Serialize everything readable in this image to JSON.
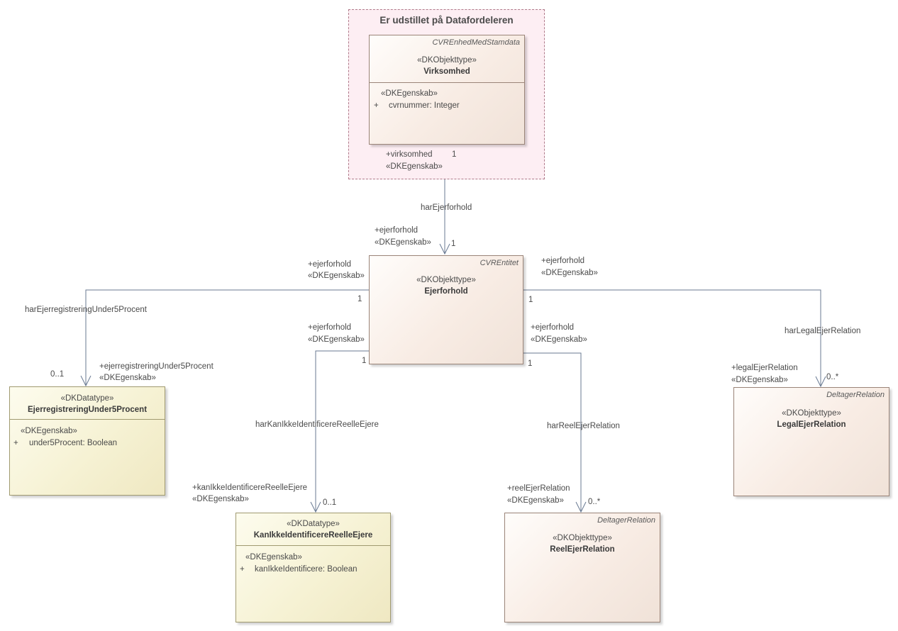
{
  "package": {
    "title": "Er udstillet på Datafordeleren"
  },
  "classes": {
    "virksomhed": {
      "italic": "CVREnhedMedStamdata",
      "stereotype": "«DKObjekttype»",
      "name": "Virksomhed",
      "attr_stereotype": "«DKEgenskab»",
      "visibility": "+",
      "attribute": "cvrnummer: Integer"
    },
    "ejerforhold": {
      "italic": "CVREntitet",
      "stereotype": "«DKObjekttype»",
      "name": "Ejerforhold"
    },
    "ejerregistrering": {
      "stereotype": "«DKDatatype»",
      "name": "EjerregistreringUnder5Procent",
      "attr_stereotype": "«DKEgenskab»",
      "visibility": "+",
      "attribute": "under5Procent: Boolean"
    },
    "kanikke": {
      "stereotype": "«DKDatatype»",
      "name": "KanIkkeIdentificereReelleEjere",
      "attr_stereotype": "«DKEgenskab»",
      "visibility": "+",
      "attribute": "kanIkkeIdentificere: Boolean"
    },
    "reelejer": {
      "italic": "DeltagerRelation",
      "stereotype": "«DKObjekttype»",
      "name": "ReelEjerRelation"
    },
    "legalejer": {
      "italic": "DeltagerRelation",
      "stereotype": "«DKObjekttype»",
      "name": "LegalEjerRelation"
    }
  },
  "associations": {
    "harEjerforhold": {
      "name": "harEjerforhold",
      "top_role": "+virksomhed",
      "top_stereo": "«DKEgenskab»",
      "top_mult": "1",
      "bottom_role": "+ejerforhold",
      "bottom_stereo": "«DKEgenskab»",
      "bottom_mult": "1"
    },
    "harEjerregistrering": {
      "name": "harEjerregistreringUnder5Procent",
      "source_role": "+ejerforhold",
      "source_stereo": "«DKEgenskab»",
      "source_mult": "1",
      "target_role": "+ejerregistreringUnder5Procent",
      "target_stereo": "«DKEgenskab»",
      "target_mult": "0..1"
    },
    "harKanIkke": {
      "name": "harKanIkkeIdentificereReelleEjere",
      "source_role": "+ejerforhold",
      "source_stereo": "«DKEgenskab»",
      "source_mult": "1",
      "target_role": "+kanIkkeIdentificereReelleEjere",
      "target_stereo": "«DKEgenskab»",
      "target_mult": "0..1"
    },
    "harReelEjer": {
      "name": "harReelEjerRelation",
      "source_role": "+ejerforhold",
      "source_stereo": "«DKEgenskab»",
      "source_mult": "1",
      "target_role": "+reelEjerRelation",
      "target_stereo": "«DKEgenskab»",
      "target_mult": "0..*"
    },
    "harLegalEjer": {
      "name": "harLegalEjerRelation",
      "source_role": "+ejerforhold",
      "source_stereo": "«DKEgenskab»",
      "source_mult": "1",
      "target_role": "+legalEjerRelation",
      "target_stereo": "«DKEgenskab»",
      "target_mult": "0..*"
    }
  }
}
